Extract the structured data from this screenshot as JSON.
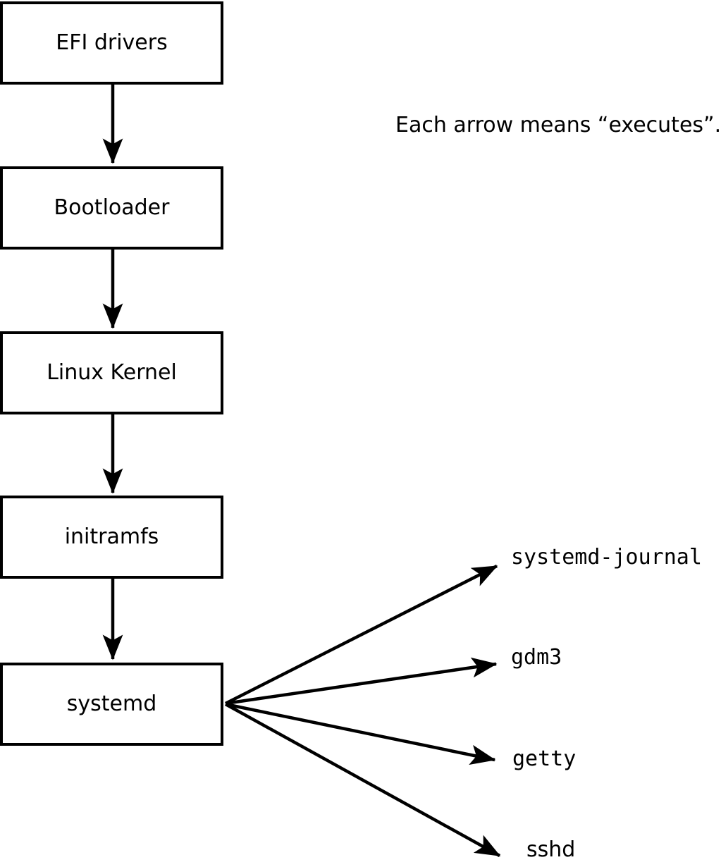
{
  "caption": "Each arrow means “executes”.",
  "diagram": {
    "type": "flowchart",
    "edge_meaning": "executes",
    "chain_nodes": [
      {
        "label": "EFI drivers"
      },
      {
        "label": "Bootloader"
      },
      {
        "label": "Linux Kernel"
      },
      {
        "label": "initramfs"
      },
      {
        "label": "systemd"
      }
    ],
    "spawned_processes": [
      {
        "label": "systemd-journal"
      },
      {
        "label": "gdm3"
      },
      {
        "label": "getty"
      },
      {
        "label": "sshd"
      }
    ]
  },
  "colors": {
    "line": "#000000",
    "background": "#ffffff",
    "box_fill": "#ffffff"
  }
}
